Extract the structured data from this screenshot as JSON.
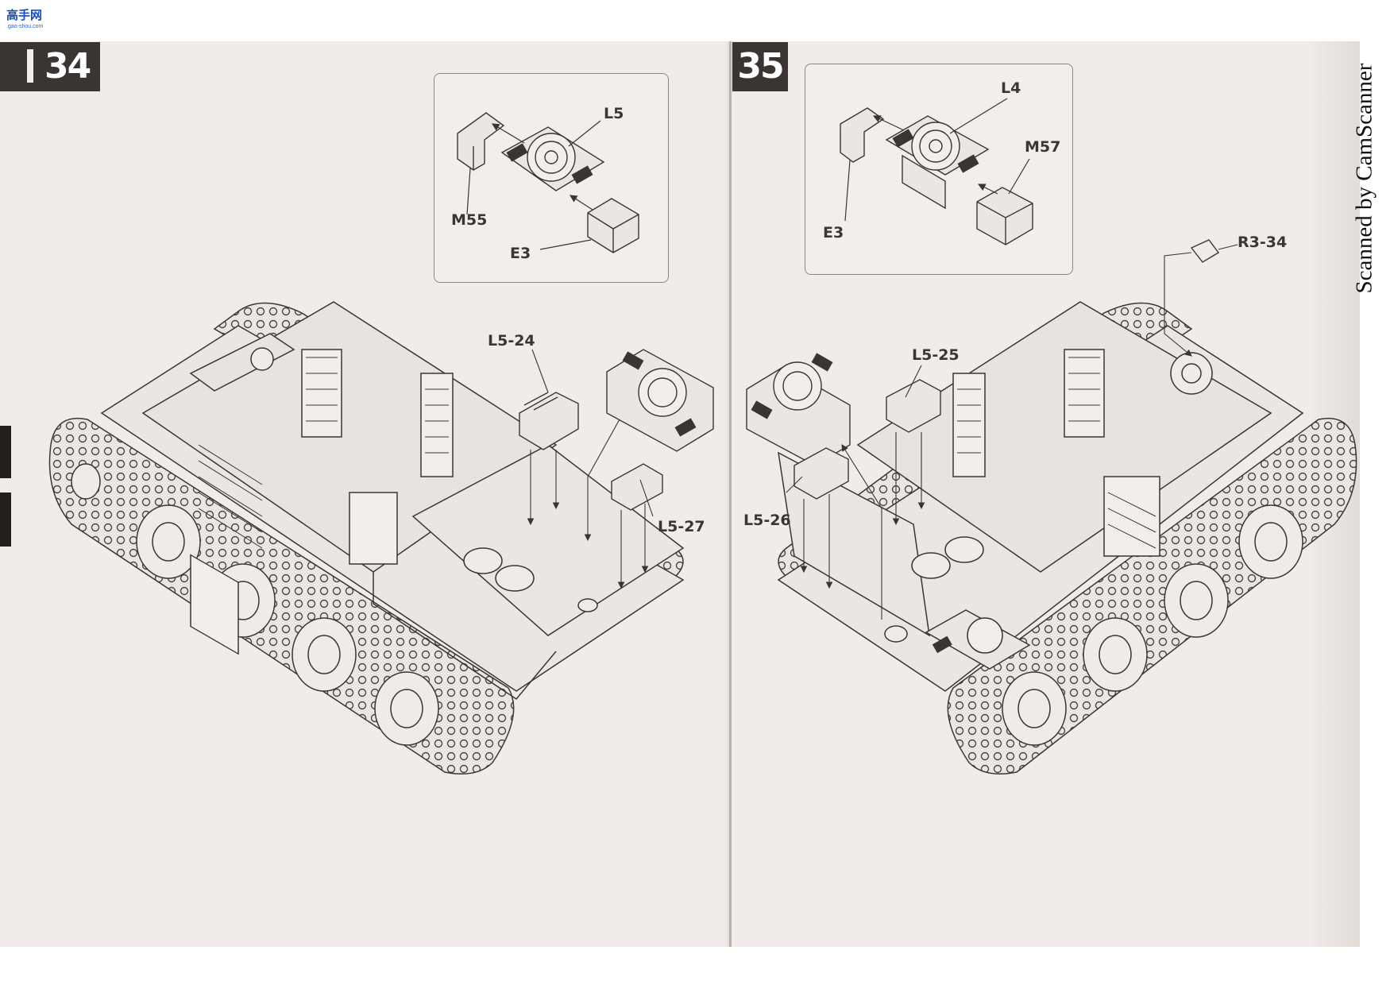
{
  "logo": {
    "text": "高手网",
    "url": "gao-shou.com"
  },
  "steps": {
    "left": {
      "number": "34"
    },
    "right": {
      "number": "35"
    }
  },
  "labels": {
    "left": {
      "inset_part_1": "L5",
      "inset_part_2": "M55",
      "inset_part_3": "E3",
      "part_1": "L5-24",
      "part_2": "L5-27"
    },
    "right": {
      "inset_part_1": "L4",
      "inset_part_2": "M57",
      "inset_part_3": "E3",
      "part_1": "R3-34",
      "part_2": "L5-25",
      "part_3": "L5-26"
    }
  },
  "watermark": "Scanned by CamScanner",
  "colors": {
    "paper": "#f1ecea",
    "ink": "#3a3533",
    "badge": "#3a3533"
  }
}
